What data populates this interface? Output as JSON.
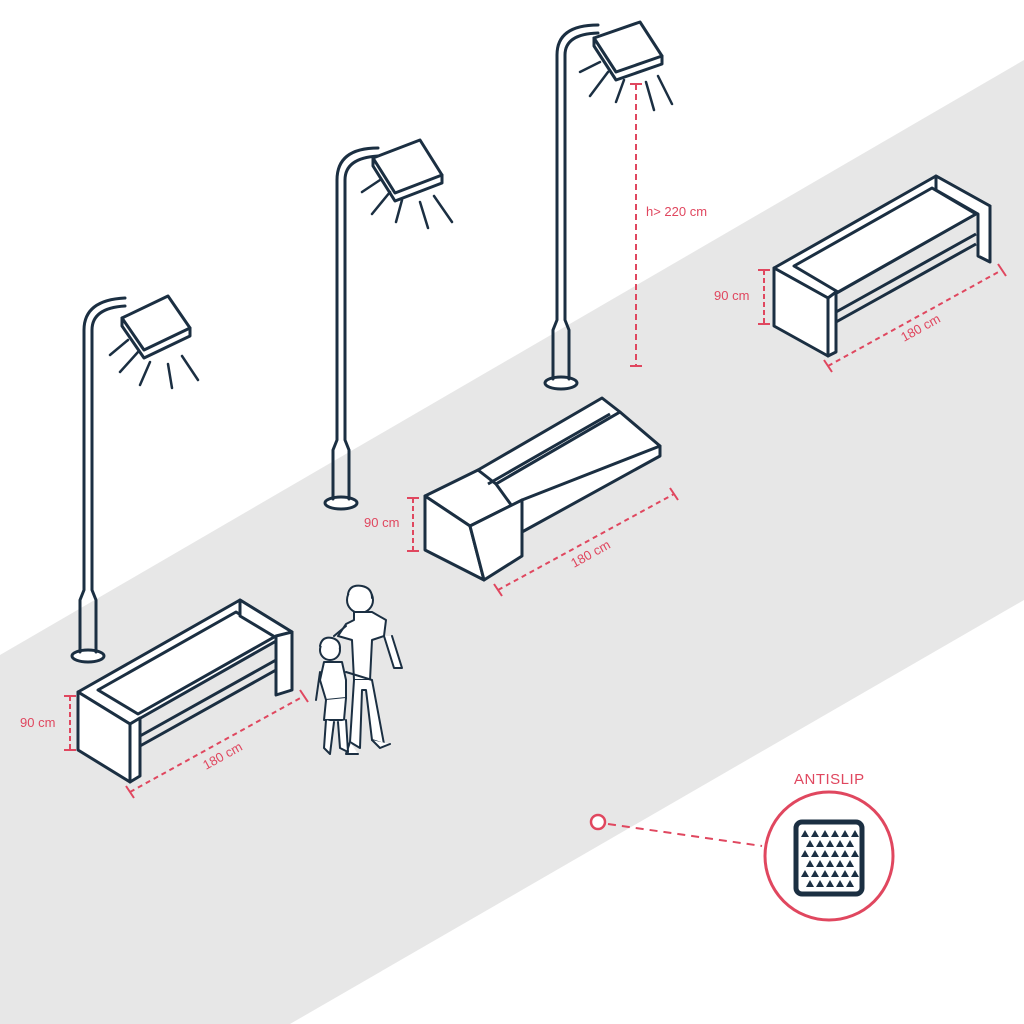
{
  "colors": {
    "outline": "#1b2f42",
    "accent": "#e0475f",
    "ground": "#e7e7e7",
    "background": "#ffffff"
  },
  "labels": {
    "lamp_height": "h> 220 cm",
    "bench_left_height": "90 cm",
    "bench_left_length": "180 cm",
    "bench_center_height": "90 cm",
    "bench_center_length": "180 cm",
    "bench_right_height": "90 cm",
    "bench_right_length": "180 cm",
    "antislip": "ANTISLIP"
  },
  "icons": {
    "antislip_texture": "antislip-texture-icon",
    "people": "adult-and-child-figures"
  }
}
